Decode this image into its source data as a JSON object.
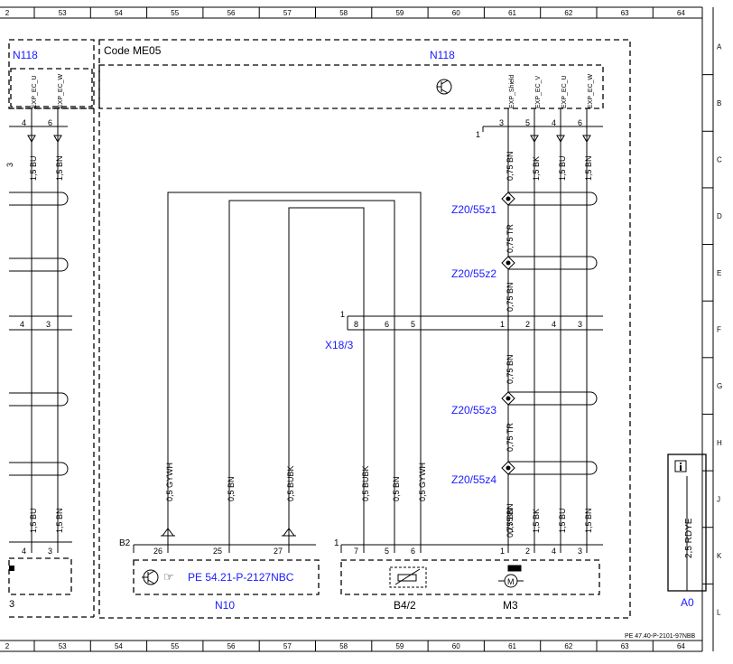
{
  "columns": [
    "2",
    "53",
    "54",
    "55",
    "56",
    "57",
    "58",
    "59",
    "60",
    "61",
    "62",
    "63",
    "64"
  ],
  "rows": [
    "A",
    "B",
    "C",
    "D",
    "E",
    "F",
    "G",
    "H",
    "J",
    "K",
    "L"
  ],
  "left_block": {
    "title": "N118",
    "pins": [
      {
        "num": "4",
        "name": "EXP_EC_U",
        "wire_top": "1,5 BU",
        "wire_bot": "1,5 BU",
        "mid_pin": "4",
        "bot_pin": "4"
      },
      {
        "num": "6",
        "name": "EXP_EC_W",
        "wire_top": "1,5 BN",
        "wire_bot": "1,5 BN",
        "mid_pin": "3",
        "bot_pin": "3"
      }
    ],
    "wire_partial": "3",
    "component_label": "3"
  },
  "code_label": "Code ME05",
  "n118_right": {
    "title": "N118",
    "pins": [
      {
        "num": "3",
        "name": "EXP_Shield"
      },
      {
        "num": "5",
        "name": "EXP_EC_V"
      },
      {
        "num": "4",
        "name": "EXP_EC_U"
      },
      {
        "num": "6",
        "name": "EXP_EC_W"
      }
    ],
    "ref": "1"
  },
  "wires_right": [
    "0,75 BN",
    "1,5 BK",
    "1,5 BU",
    "1,5 BN"
  ],
  "splices": [
    {
      "label": "Z20/55z1",
      "wire_after": "0,75 TR"
    },
    {
      "label": "Z20/55z2",
      "wire_after": "0,75 BN"
    },
    {
      "label": "Z20/55z3",
      "wire_after": "0,75 TR"
    },
    {
      "label": "Z20/55z4",
      "wire_after": "0,75 BN"
    }
  ],
  "x18": {
    "label": "X18/3",
    "ref": "1",
    "pins": [
      "8",
      "6",
      "5",
      "1",
      "2",
      "4",
      "3"
    ]
  },
  "n10": {
    "ref": "B2",
    "label": "N10",
    "pins": [
      "26",
      "25",
      "27"
    ],
    "wires": [
      "0,5 GYWH",
      "0,5 BN",
      "0,5 BUBK"
    ],
    "pe_ref": "PE 54.21-P-2127NBC"
  },
  "b42": {
    "ref": "1",
    "label": "B4/2",
    "pins": [
      "7",
      "5",
      "6"
    ],
    "wires": [
      "0,5 BUBK",
      "0,5 BN",
      "0,5 GYWH"
    ]
  },
  "m3": {
    "label": "M3",
    "pins": [
      "1",
      "2",
      "4",
      "3"
    ],
    "wires": [
      "0,75 BN",
      "1,5 BK",
      "1,5 BU",
      "1,5 BN"
    ]
  },
  "a0": {
    "label": "A0",
    "wire": "2,5 RDYE",
    "icon": "info-icon"
  },
  "footer_ref": "PE 47.40-P-2101-97NBB"
}
